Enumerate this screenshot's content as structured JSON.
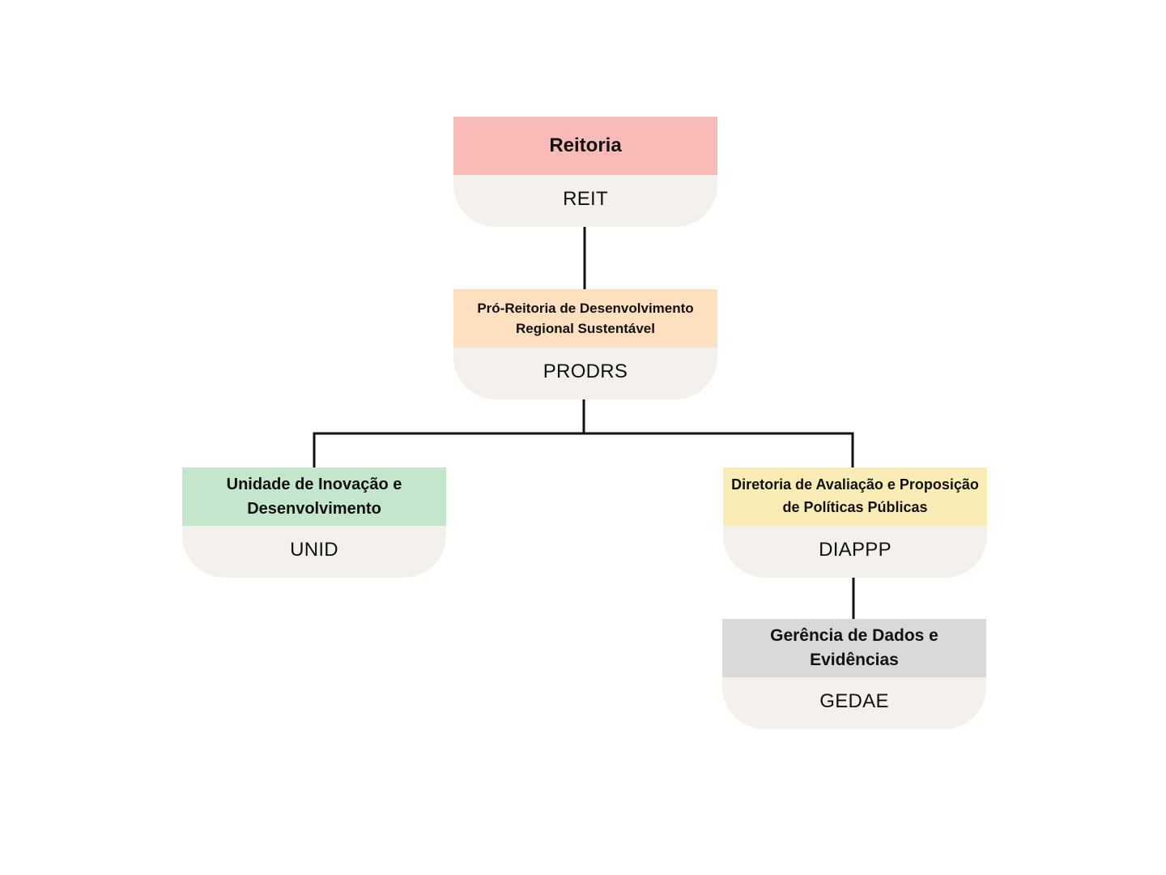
{
  "org_chart": {
    "nodes": [
      {
        "title": "Reitoria",
        "code": "REIT",
        "color": "#f9bbb7"
      },
      {
        "title": "Pró-Reitoria de Desenvolvimento Regional Sustentável",
        "code": "PRODRS",
        "color": "#fde0c0"
      },
      {
        "title": "Unidade de Inovação e Desenvolvimento",
        "code": "UNID",
        "color": "#c4e6cc"
      },
      {
        "title": "Diretoria de Avaliação e Proposição de Políticas Públicas",
        "code": "DIAPPP",
        "color": "#f9edb5"
      },
      {
        "title": "Gerência de Dados e Evidências",
        "code": "GEDAE",
        "color": "#d9d9d9"
      }
    ],
    "edges": [
      {
        "from": "REIT",
        "to": "PRODRS"
      },
      {
        "from": "PRODRS",
        "to": "UNID"
      },
      {
        "from": "PRODRS",
        "to": "DIAPPP"
      },
      {
        "from": "DIAPPP",
        "to": "GEDAE"
      }
    ],
    "code_background": "#f4f1ec",
    "line_color": "#111111"
  }
}
